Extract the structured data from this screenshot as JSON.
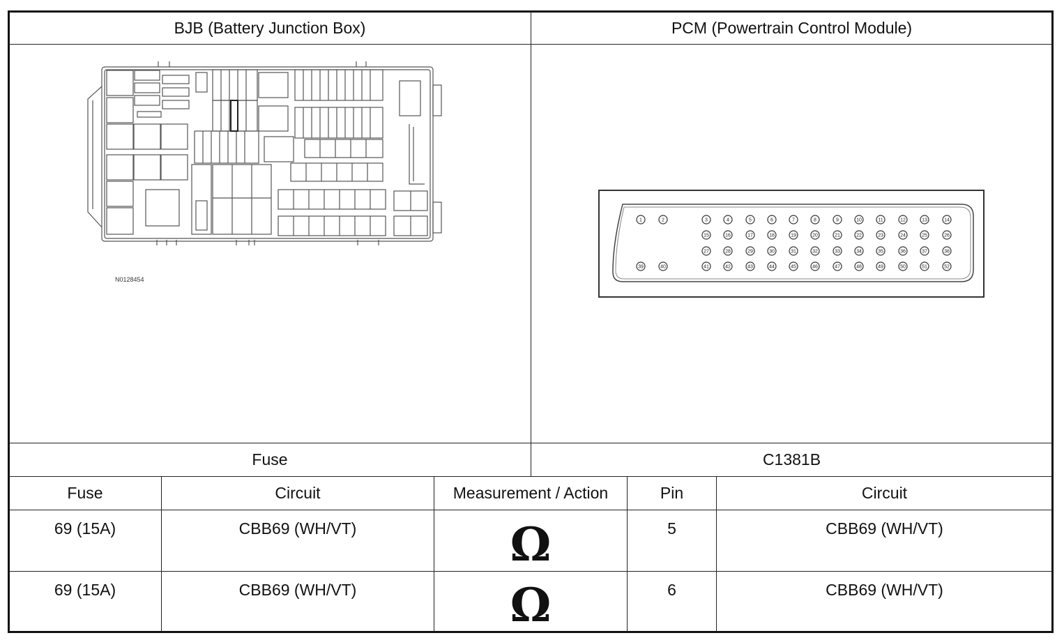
{
  "headers": {
    "left_panel": "BJB (Battery Junction Box)",
    "right_panel": "PCM (Powertrain Control Module)",
    "left_connector": "Fuse",
    "right_connector": "C1381B"
  },
  "bjb_diagram": {
    "reference_code": "N0128454"
  },
  "pcm_diagram": {
    "connector_pin_rows": [
      [
        1,
        2,
        3,
        4,
        5,
        6,
        7,
        8,
        9,
        10,
        11,
        12,
        13,
        14
      ],
      [
        15,
        16,
        17,
        18,
        19,
        20,
        21,
        22,
        23,
        24,
        25,
        26
      ],
      [
        27,
        28,
        29,
        30,
        31,
        32,
        33,
        34,
        35,
        36,
        37,
        38
      ],
      [
        39,
        40,
        41,
        42,
        43,
        44,
        45,
        46,
        47,
        48,
        49,
        50,
        51,
        52
      ]
    ]
  },
  "table": {
    "columns": [
      "Fuse",
      "Circuit",
      "Measurement / Action",
      "Pin",
      "Circuit"
    ],
    "rows": [
      {
        "fuse": "69 (15A)",
        "circuit_left": "CBB69 (WH/VT)",
        "measurement": "Ω",
        "pin": "5",
        "circuit_right": "CBB69 (WH/VT)"
      },
      {
        "fuse": "69 (15A)",
        "circuit_left": "CBB69 (WH/VT)",
        "measurement": "Ω",
        "pin": "6",
        "circuit_right": "CBB69 (WH/VT)"
      }
    ]
  }
}
